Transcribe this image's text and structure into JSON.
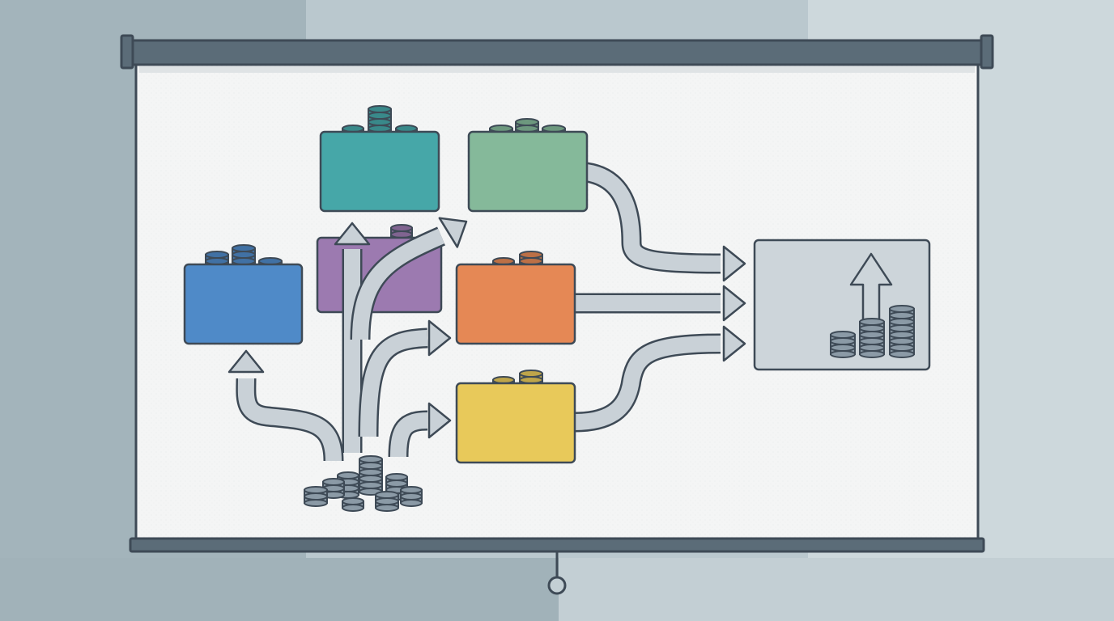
{
  "colors": {
    "wall_left": "#9fb1b8",
    "wall_mid": "#bccbd0",
    "wall_right": "#d2dde1",
    "screen_bg": "#f3f4f4",
    "outline": "#3e4a56",
    "bar": "#5b6c78",
    "arrow_fill": "#c9d1d7",
    "coin_fill": "#8b9aa6",
    "result_box": "#cdd5da",
    "teal": "#46a7a8",
    "green": "#85b99a",
    "purple": "#9c7ab0",
    "blue": "#4f8ac8",
    "orange": "#e58855",
    "yellow": "#e8c95a"
  },
  "diagram": {
    "source": {
      "icon": "coin-pile-icon"
    },
    "boxes": [
      {
        "id": "teal-box",
        "color": "teal",
        "coins": "coin-stacks-icon"
      },
      {
        "id": "green-box",
        "color": "green",
        "coins": "coin-stacks-icon"
      },
      {
        "id": "purple-box",
        "color": "purple",
        "coins": "coin-stacks-icon"
      },
      {
        "id": "blue-box",
        "color": "blue",
        "coins": "coin-stacks-icon"
      },
      {
        "id": "orange-box",
        "color": "orange",
        "coins": "coin-stacks-icon"
      },
      {
        "id": "yellow-box",
        "color": "yellow",
        "coins": "coin-stacks-icon"
      }
    ],
    "result": {
      "icon": "growth-coins-icon",
      "arrow": "up-arrow-icon"
    }
  }
}
